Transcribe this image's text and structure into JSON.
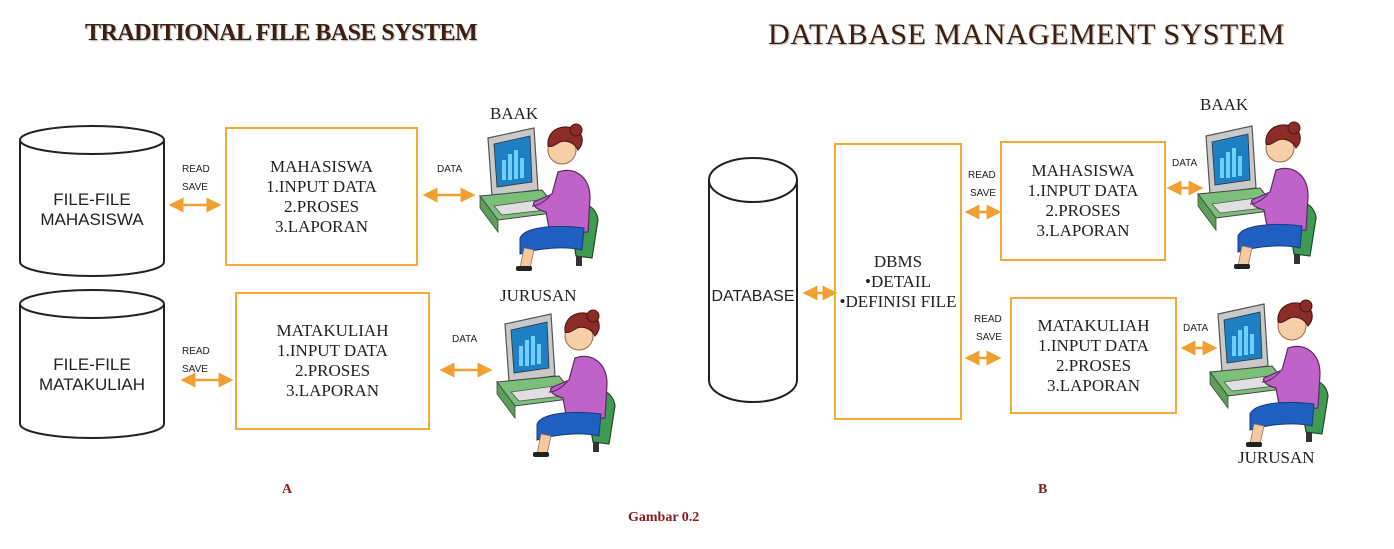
{
  "left_title": "TRADITIONAL FILE BASE SYSTEM",
  "right_title": "DATABASE MANAGEMENT SYSTEM",
  "left": {
    "files": [
      {
        "line1": "FILE-FILE",
        "line2": "MAHASISWA"
      },
      {
        "line1": "FILE-FILE",
        "line2": "MATAKULIAH"
      }
    ],
    "programs": [
      {
        "title": "MAHASISWA",
        "items": [
          "1.INPUT DATA",
          "2.PROSES",
          "3.LAPORAN"
        ]
      },
      {
        "title": "MATAKULIAH",
        "items": [
          "1.INPUT DATA",
          "2.PROSES",
          "3.LAPORAN"
        ]
      }
    ],
    "read_label": "READ",
    "save_label": "SAVE",
    "data_label": "DATA",
    "users": [
      "BAAK",
      "JURUSAN"
    ],
    "letter": "A"
  },
  "right": {
    "database_label": "DATABASE",
    "dbms": {
      "title": "DBMS",
      "items": [
        "•DETAIL",
        "•DEFINISI FILE"
      ]
    },
    "programs": [
      {
        "title": "MAHASISWA",
        "items": [
          "1.INPUT DATA",
          "2.PROSES",
          "3.LAPORAN"
        ]
      },
      {
        "title": "MATAKULIAH",
        "items": [
          "1.INPUT DATA",
          "2.PROSES",
          "3.LAPORAN"
        ]
      }
    ],
    "read_label": "READ",
    "save_label": "SAVE",
    "data_label": "DATA",
    "users": [
      "BAAK",
      "JURUSAN"
    ],
    "letter": "B"
  },
  "caption": "Gambar 0.2",
  "colors": {
    "box_border": "#f4a93b",
    "arrow": "#f0a030",
    "title": "#3b1f12",
    "caption": "#8b1a1a"
  }
}
